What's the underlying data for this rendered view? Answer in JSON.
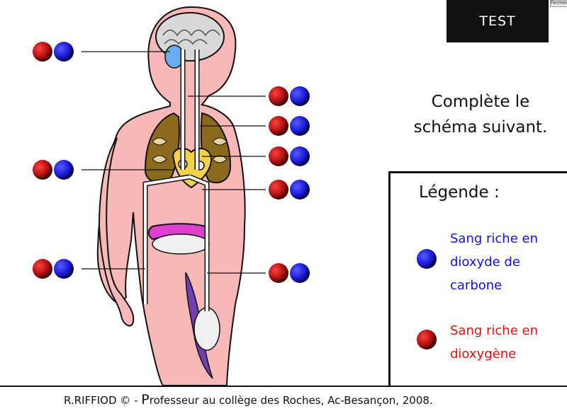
{
  "header": {
    "test_label": "TEST",
    "close_label": "Fermer"
  },
  "instruction": {
    "line1": "Complète le",
    "line2": "schéma suivant."
  },
  "legend": {
    "title": "Légende :",
    "blue": {
      "line1": "Sang riche en",
      "line2": "dioxyde de",
      "line3": "carbone",
      "color": "#1a1ad8"
    },
    "red": {
      "line1": "Sang riche en",
      "line2": "dioxygène",
      "color": "#d01010"
    }
  },
  "colors": {
    "dot_red": "#b01010",
    "dot_blue": "#1a1ad8",
    "skin": "#f8b8b8",
    "lungs": "#8b6a1e",
    "heart": "#f2d24a",
    "intestine": "#e040d0",
    "muscle": "#7040b0",
    "brain_blue": "#6aaef0"
  },
  "footer": {
    "part1": "R.RIFFIOD © - ",
    "part2": "P",
    "part3": "rofesseur au collège des Roches, Ac-Besançon, 2008."
  }
}
